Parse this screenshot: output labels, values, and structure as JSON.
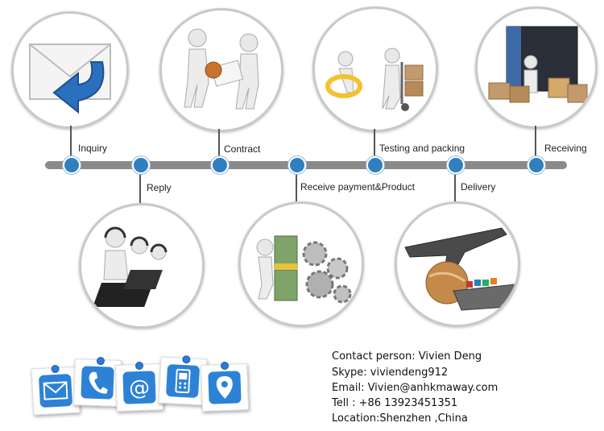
{
  "steps_top": [
    {
      "label": "Inquiry",
      "icon": "envelope-reply-icon"
    },
    {
      "label": "Contract",
      "icon": "handshake-contract-icon"
    },
    {
      "label": "Testing and packing",
      "icon": "inspection-cart-icon"
    },
    {
      "label": "Receiving",
      "icon": "container-boxes-icon"
    }
  ],
  "steps_bottom": [
    {
      "label": "Reply",
      "icon": "call-center-icon"
    },
    {
      "label": "Receive payment&Product",
      "icon": "money-gears-icon"
    },
    {
      "label": "Delivery",
      "icon": "plane-ship-globe-icon"
    }
  ],
  "contact_icons": [
    "mail-icon",
    "phone-icon",
    "at-icon",
    "mobile-icon",
    "location-icon"
  ],
  "contact": {
    "person": "Contact person: Vivien Deng",
    "skype": "Skype: viviendeng912",
    "email": "Email: Vivien@anhkmaway.com",
    "tel": "Tell :  +86 13923451351",
    "location": "Location:Shenzhen ,China"
  },
  "colors": {
    "node": "#2f7fc1",
    "timeline": "#8a8a8a",
    "icon_bg": "#2d82d6"
  }
}
